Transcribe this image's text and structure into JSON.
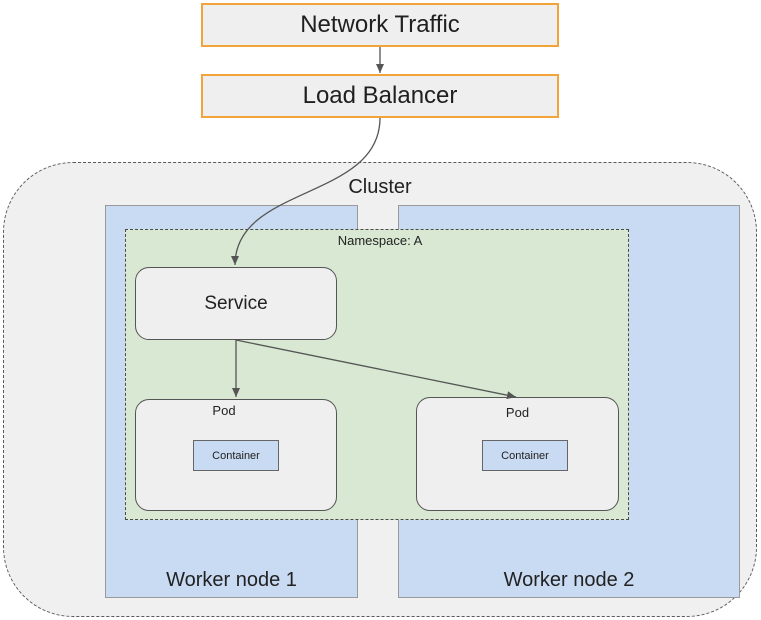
{
  "network_traffic": {
    "label": "Network Traffic"
  },
  "load_balancer": {
    "label": "Load Balancer"
  },
  "cluster": {
    "label": "Cluster"
  },
  "namespace": {
    "label": "Namespace: A"
  },
  "service": {
    "label": "Service"
  },
  "pods": [
    {
      "label": "Pod",
      "container": "Container"
    },
    {
      "label": "Pod",
      "container": "Container"
    }
  ],
  "worker_nodes": [
    {
      "label": "Worker node 1"
    },
    {
      "label": "Worker node 2"
    }
  ],
  "colors": {
    "top_box_border": "#f2a33a",
    "top_box_fill": "#efefef",
    "worker_fill": "#c9daf3",
    "namespace_fill": "#d8e8d2",
    "cluster_fill": "#f0f0f0",
    "arrow": "#555555"
  }
}
